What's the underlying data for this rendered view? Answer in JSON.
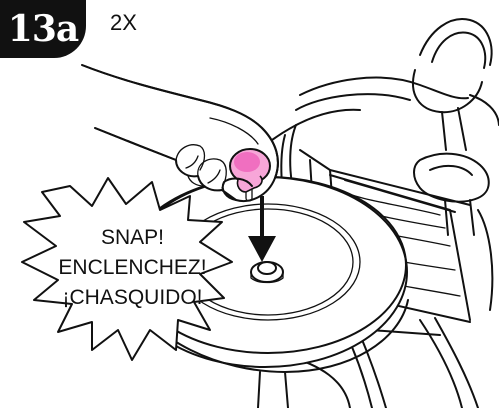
{
  "step": {
    "number": "13a",
    "repeat": "2X"
  },
  "callout": {
    "lines": [
      "SNAP!",
      "ENCLENCHEZ!",
      "¡CHASQUIDO!"
    ]
  },
  "icons": {
    "badge": "step-number-badge",
    "arrow": "down-arrow-icon",
    "burst": "starburst-callout",
    "cap": "hub-cap-part"
  },
  "colors": {
    "ink": "#111111",
    "background": "#ffffff",
    "cap_highlight": "#f06fc0"
  }
}
